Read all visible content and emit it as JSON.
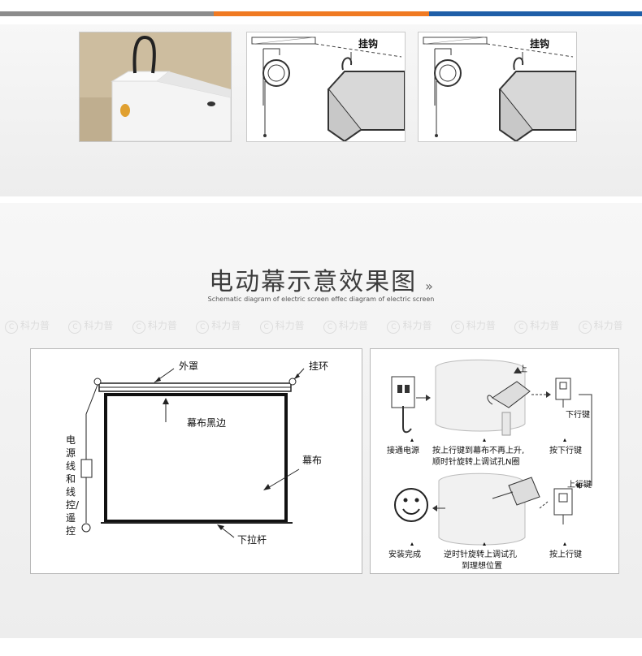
{
  "colors": {
    "bar_gray": "#8c8c8c",
    "bar_orange": "#f07a22",
    "bar_blue": "#1f5fa8"
  },
  "installation": {
    "hook_label_1": "挂钩",
    "hook_label_2": "挂钩"
  },
  "section": {
    "title": "电动幕示意效果图",
    "arrow": "»",
    "subtitle": "Schematic diagram of electric screen effec diagram of electric screen",
    "watermark": "科力普",
    "watermark_icon": "C"
  },
  "diagram_left": {
    "cover": "外罩",
    "ring": "挂环",
    "black_border": "幕布黑边",
    "screen": "幕布",
    "pull_rod": "下拉杆",
    "power_line": "电源线和线控/遥控"
  },
  "diagram_right": {
    "up_mark": "上",
    "down_key": "下行键",
    "up_key": "上行键",
    "step1": "接通电源",
    "step2_line1": "按上行键到幕布不再上升,",
    "step2_line2": "顺时针旋转上调试孔N圈",
    "step3": "按下行键",
    "step4": "安装完成",
    "step5_line1": "逆时针旋转上调试孔",
    "step5_line2": "到理想位置",
    "step6": "按上行键"
  }
}
